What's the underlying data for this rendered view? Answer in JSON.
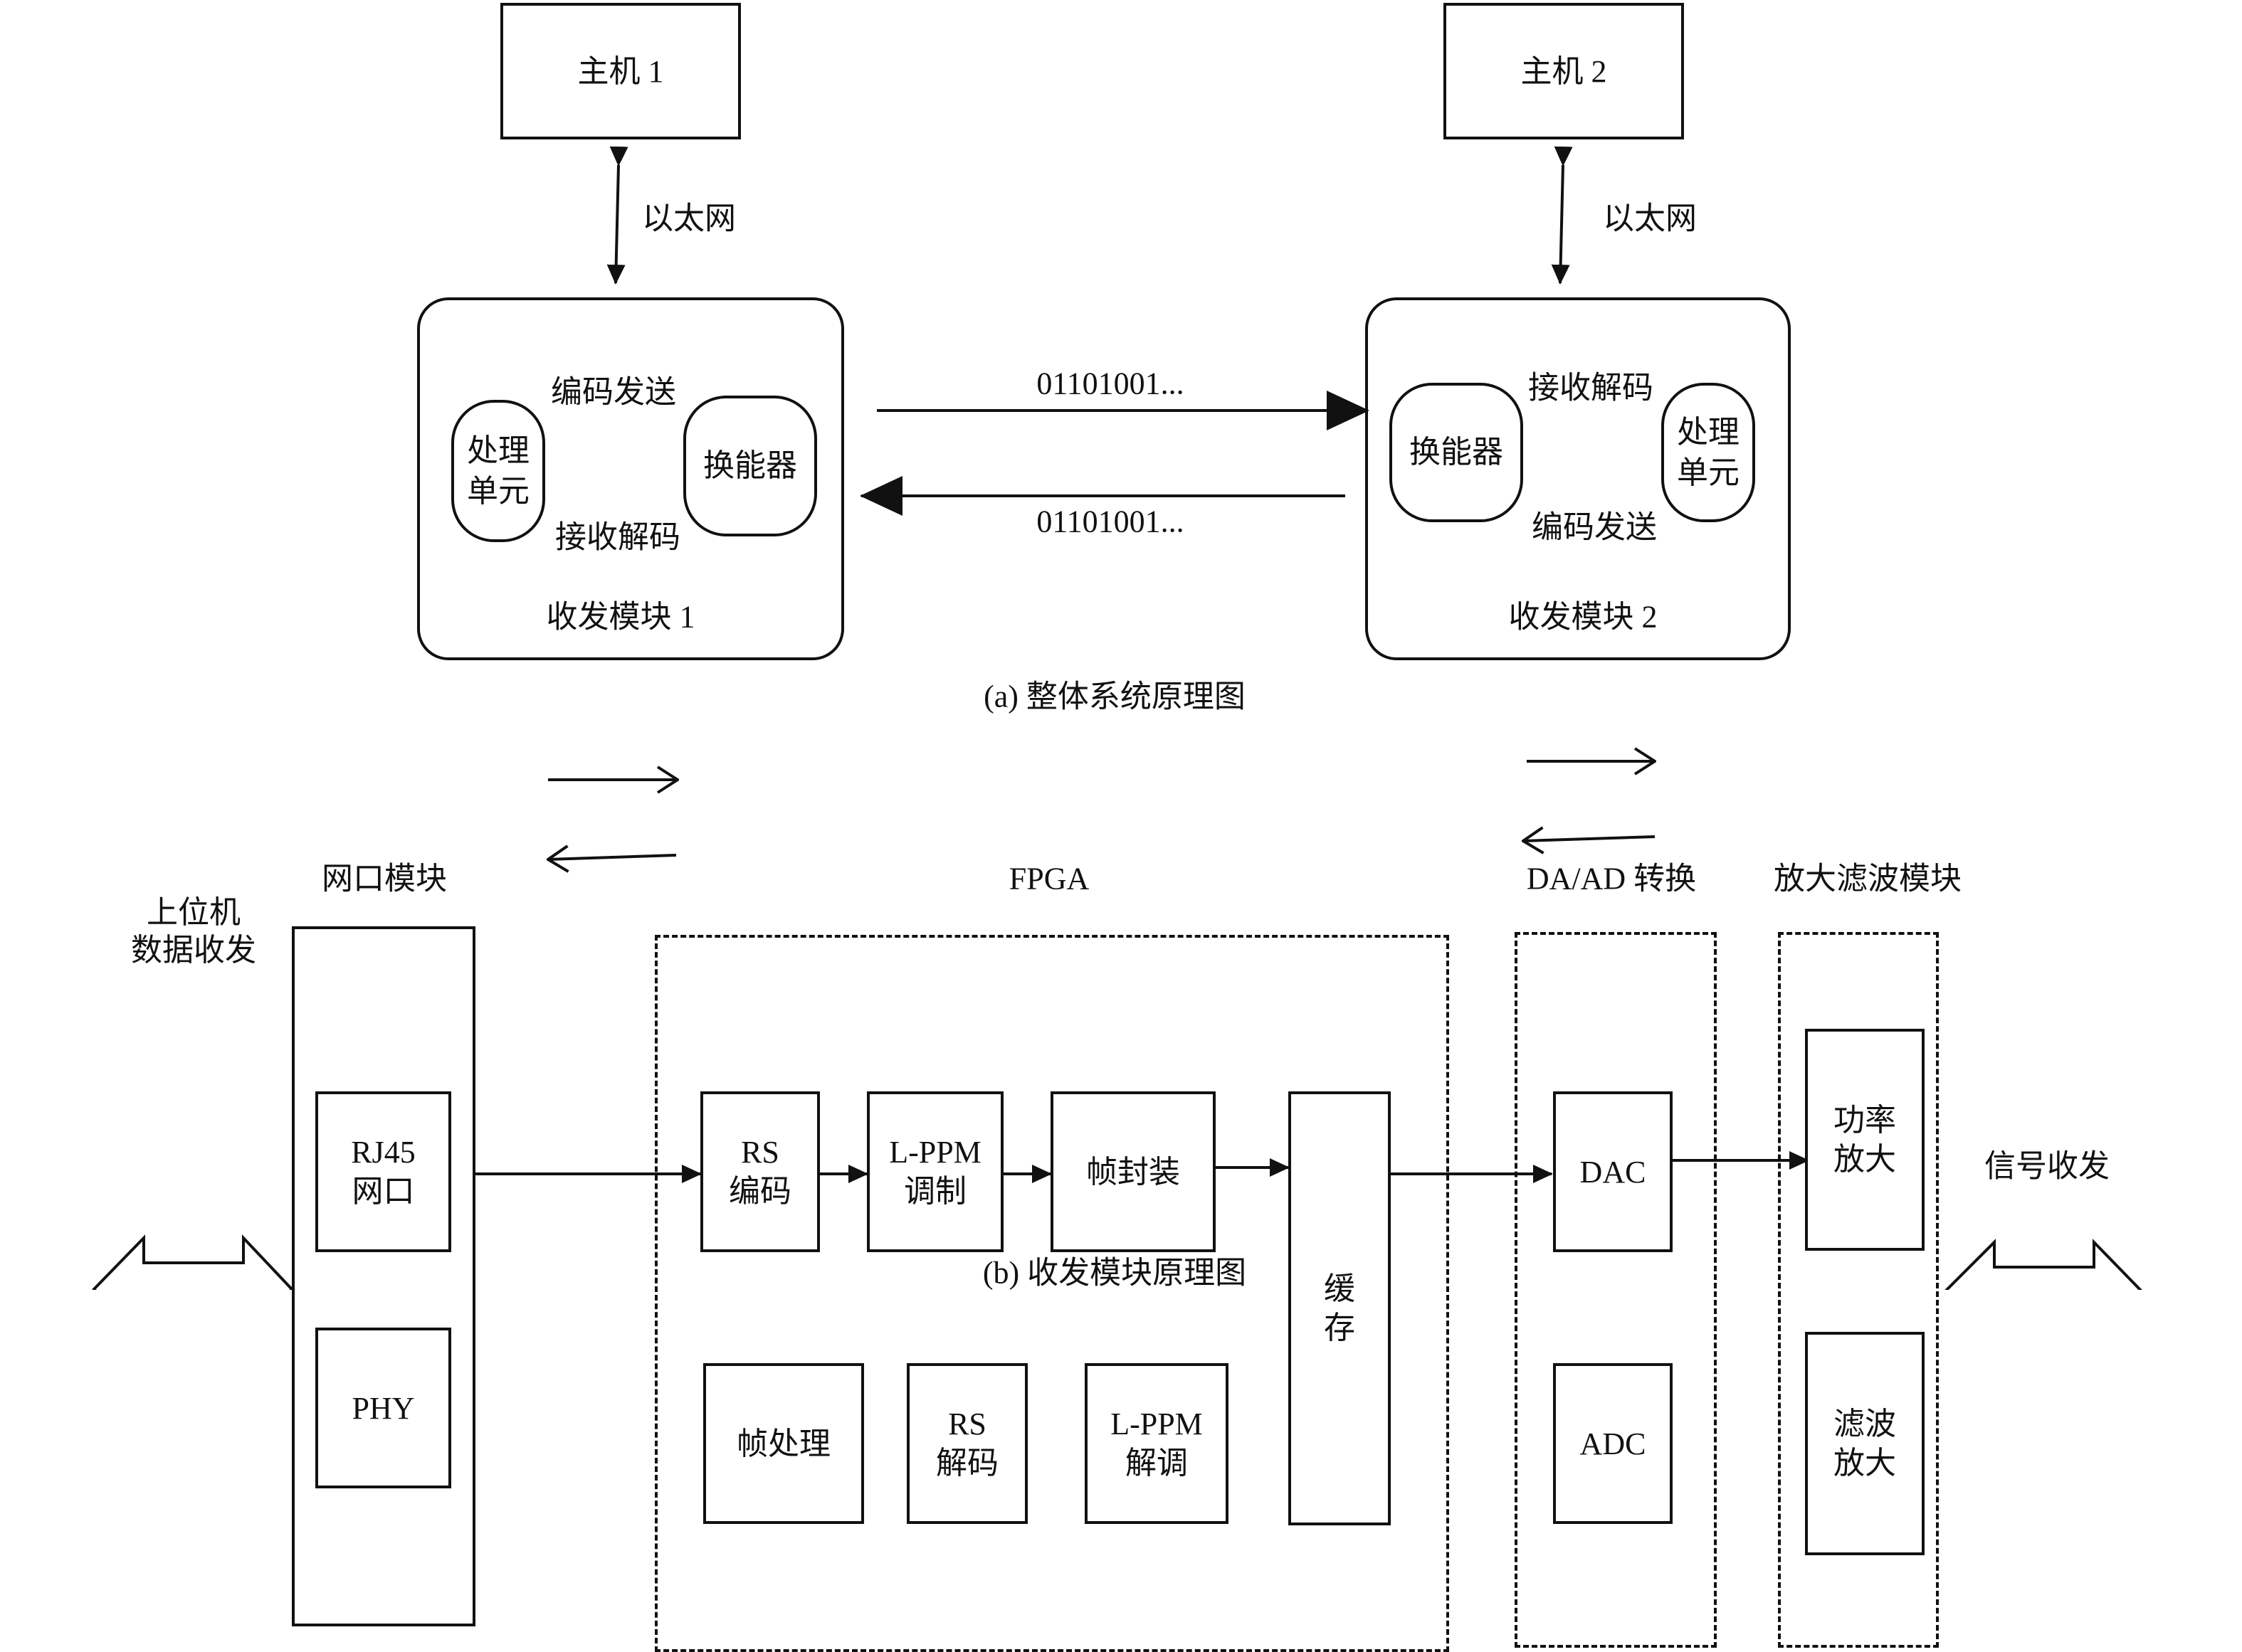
{
  "part_a": {
    "caption": "(a) 整体系统原理图",
    "host1": "主机 1",
    "host2": "主机 2",
    "ethernet_left": "以太网",
    "ethernet_right": "以太网",
    "module1": {
      "title": "收发模块 1",
      "processing_unit": [
        "处理",
        "单元"
      ],
      "transducer": "换能器",
      "encode_send": "编码发送",
      "receive_decode": "接收解码"
    },
    "module2": {
      "title": "收发模块 2",
      "processing_unit": [
        "处理",
        "单元"
      ],
      "transducer": "换能器",
      "encode_send": "编码发送",
      "receive_decode": "接收解码"
    },
    "bitstream_top": "01101001...",
    "bitstream_bottom": "01101001..."
  },
  "part_b": {
    "caption": "(b) 收发模块原理图",
    "host_io": [
      "上位机",
      "数据收发"
    ],
    "signal_io": "信号收发",
    "net_module": {
      "title": "网口模块",
      "rj45": [
        "RJ45",
        "网口"
      ],
      "phy": "PHY"
    },
    "fpga": {
      "title": "FPGA",
      "rs_encode": [
        "RS",
        "编码"
      ],
      "lppm_mod": [
        "L-PPM",
        "调制"
      ],
      "frame_pack": "帧封装",
      "buffer": [
        "缓",
        "存"
      ],
      "frame_proc": "帧处理",
      "rs_decode": [
        "RS",
        "解码"
      ],
      "lppm_demod": [
        "L-PPM",
        "解调"
      ]
    },
    "daad": {
      "title": "DA/AD 转换",
      "dac": "DAC",
      "adc": "ADC"
    },
    "amp_filter": {
      "title": "放大滤波模块",
      "power_amp": [
        "功率",
        "放大"
      ],
      "filter_amp": [
        "滤波",
        "放大"
      ]
    }
  }
}
